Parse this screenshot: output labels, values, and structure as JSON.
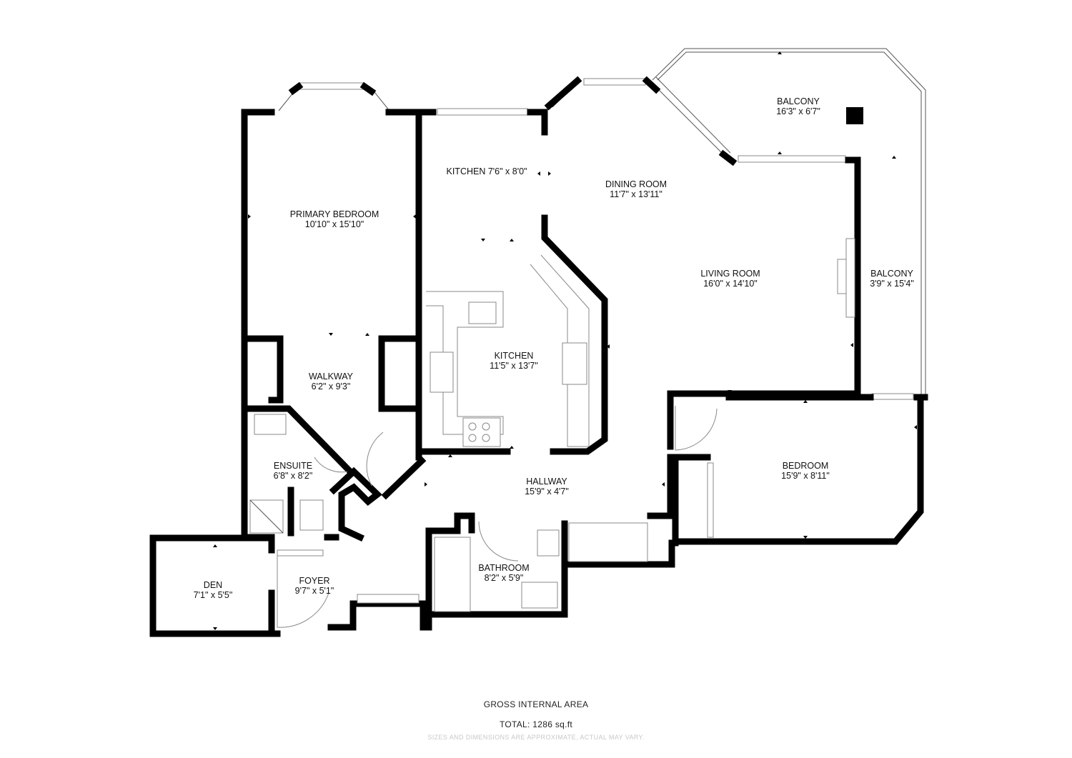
{
  "rooms": {
    "primary_bedroom": {
      "name": "PRIMARY BEDROOM",
      "size": "10'10\" x 15'10\""
    },
    "kitchen_top": {
      "label": "KITCHEN 7'6\" x 8'0\""
    },
    "dining_room": {
      "name": "DINING ROOM",
      "size": "11'7\" x 13'11\""
    },
    "balcony_top": {
      "name": "BALCONY",
      "size": "16'3\" x 6'7\""
    },
    "living_room": {
      "name": "LIVING ROOM",
      "size": "16'0\" x 14'10\""
    },
    "balcony_side": {
      "name": "BALCONY",
      "size": "3'9\" x 15'4\""
    },
    "walkway": {
      "name": "WALKWAY",
      "size": "6'2\" x 9'3\""
    },
    "kitchen": {
      "name": "KITCHEN",
      "size": "11'5\" x 13'7\""
    },
    "ensuite": {
      "name": "ENSUITE",
      "size": "6'8\" x 8'2\""
    },
    "hallway": {
      "name": "HALLWAY",
      "size": "15'9\" x 4'7\""
    },
    "bedroom": {
      "name": "BEDROOM",
      "size": "15'9\" x 8'11\""
    },
    "den": {
      "name": "DEN",
      "size": "7'1\" x 5'5\""
    },
    "foyer": {
      "name": "FOYER",
      "size": "9'7\" x 5'1\""
    },
    "bathroom": {
      "name": "BATHROOM",
      "size": "8'2\" x 5'9\""
    }
  },
  "footer": {
    "title": "GROSS INTERNAL AREA",
    "total": "TOTAL: 1286 sq.ft",
    "disclaimer": "SIZES AND DIMENSIONS ARE APPROXIMATE, ACTUAL MAY VARY."
  }
}
